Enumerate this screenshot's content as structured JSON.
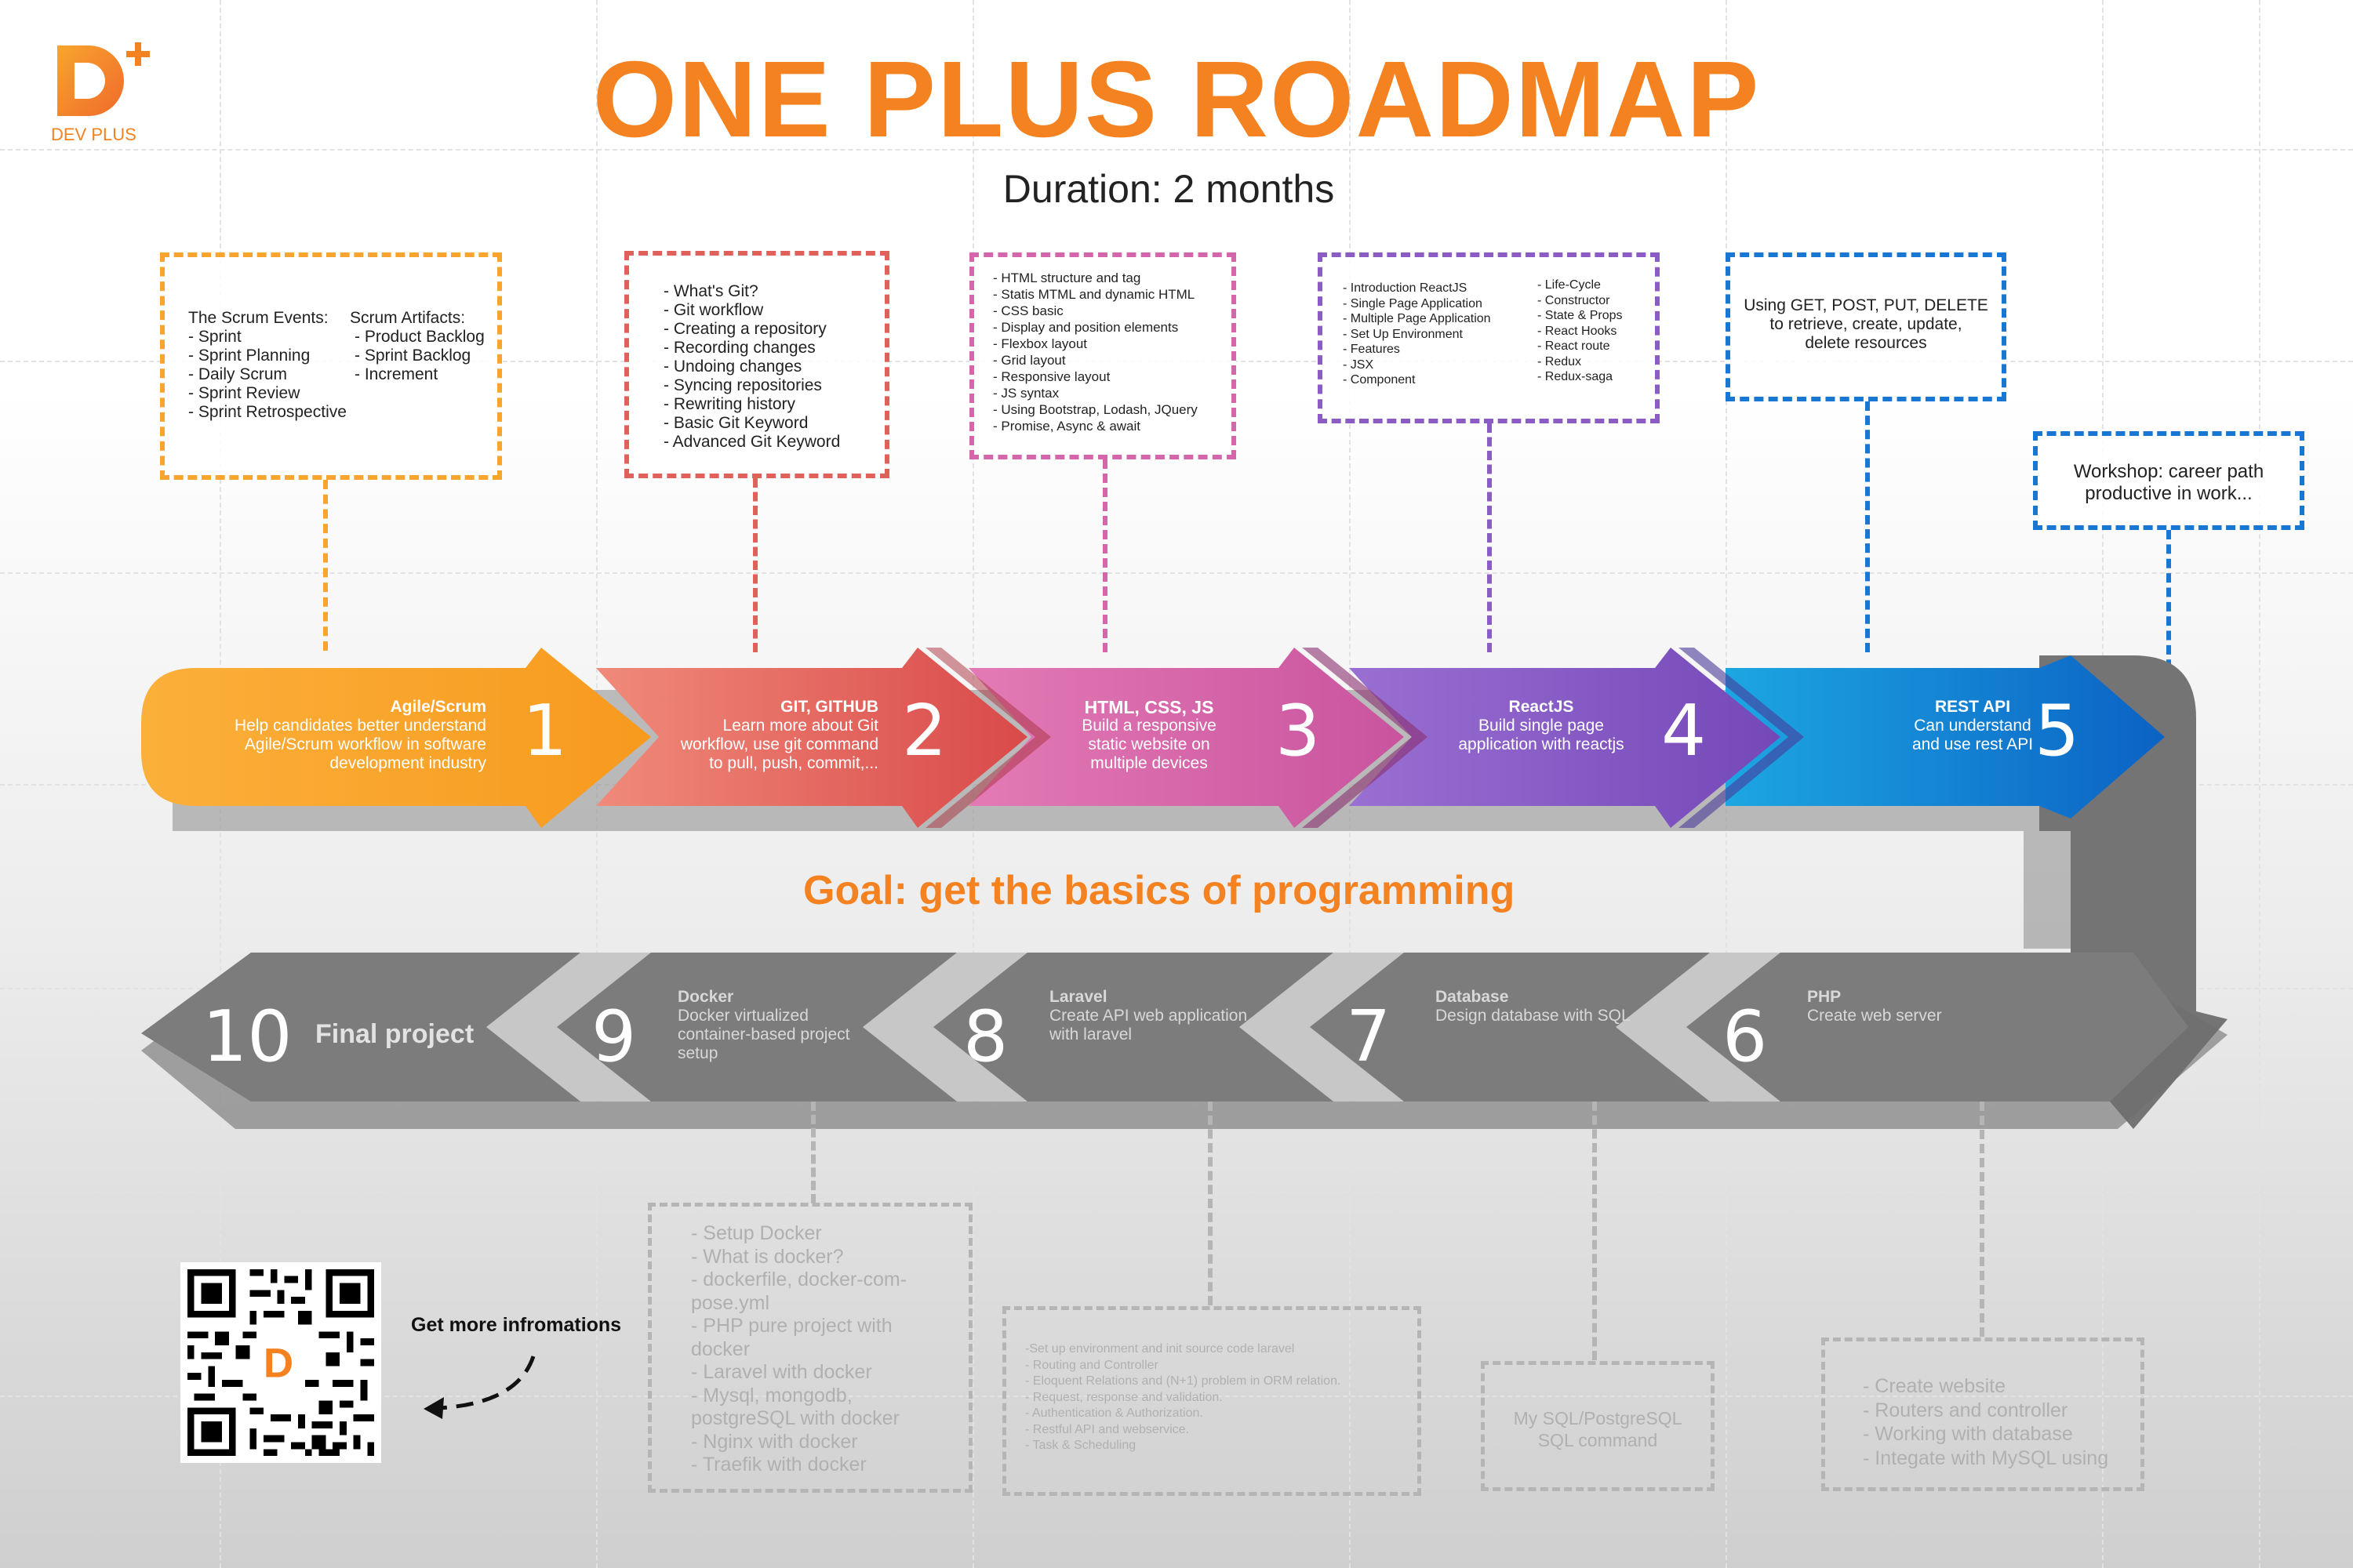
{
  "logo": {
    "mark": "D",
    "name": "DEV PLUS"
  },
  "title": "ONE PLUS ROADMAP",
  "duration": "Duration: 2 months",
  "goal": "Goal: get the basics of programming",
  "colors": {
    "orange": "#f7a52e",
    "title_orange": "#f58220",
    "red": "#e0615c",
    "pink": "#d466ab",
    "purple": "#8a5cc4",
    "blue": "#1877d2",
    "gray": "#7e7e7e"
  },
  "top_steps": [
    {
      "num": "1",
      "title": "Agile/Scrum",
      "desc": [
        "Help candidates better understand",
        "Agile/Scrum workflow in software",
        "development industry"
      ]
    },
    {
      "num": "2",
      "title": "GIT, GITHUB",
      "desc": [
        "Learn more about Git",
        "workflow, use git command",
        "to pull, push, commit,..."
      ]
    },
    {
      "num": "3",
      "title": "HTML, CSS, JS",
      "desc": [
        "Build a responsive",
        "static website on",
        "multiple devices"
      ]
    },
    {
      "num": "4",
      "title": "ReactJS",
      "desc": [
        "Build single page",
        "application with reactjs"
      ]
    },
    {
      "num": "5",
      "title": "REST API",
      "desc": [
        "Can understand",
        "and use rest API"
      ]
    }
  ],
  "bottom_steps": [
    {
      "num": "6",
      "title": "PHP",
      "desc": [
        "Create web server"
      ]
    },
    {
      "num": "7",
      "title": "Database",
      "desc": [
        "Design database with SQL"
      ]
    },
    {
      "num": "8",
      "title": "Laravel",
      "desc": [
        "Create API web application",
        "with laravel"
      ]
    },
    {
      "num": "9",
      "title": "Docker",
      "desc": [
        "Docker virtualized",
        "container-based project",
        "setup"
      ]
    },
    {
      "num": "10",
      "title": "Final project"
    }
  ],
  "boxes": {
    "scrum": {
      "events_heading": "The Scrum Events:",
      "events": [
        "- Sprint",
        "- Sprint Planning",
        "- Daily Scrum",
        "- Sprint Review",
        "- Sprint Retrospective"
      ],
      "artifacts_heading": "Scrum Artifacts:",
      "artifacts": [
        "- Product Backlog",
        "- Sprint Backlog",
        "- Increment"
      ]
    },
    "git": [
      "- What's Git?",
      "- Git workflow",
      "- Creating a repository",
      "- Recording changes",
      "- Undoing changes",
      "- Syncing repositories",
      "- Rewriting history",
      "- Basic Git Keyword",
      "- Advanced Git Keyword"
    ],
    "html": [
      "- HTML structure and tag",
      "- Statis MTML and dynamic HTML",
      "- CSS basic",
      "- Display and position elements",
      "- Flexbox layout",
      "- Grid layout",
      "- Responsive layout",
      "- JS syntax",
      "- Using Bootstrap, Lodash, JQuery",
      "- Promise, Async & await"
    ],
    "react_left": [
      "- Introduction ReactJS",
      "- Single Page Application",
      "- Multiple Page Application",
      "- Set Up Environment",
      "- Features",
      "- JSX",
      "- Component"
    ],
    "react_right": [
      "- Life-Cycle",
      "- Constructor",
      "- State & Props",
      "- React Hooks",
      "- React route",
      "- Redux",
      "- Redux-saga"
    ],
    "rest": [
      "Using GET, POST, PUT, DELETE",
      "to retrieve, create, update,",
      "delete resources"
    ],
    "workshop": [
      "Workshop:   career path",
      "productive in work..."
    ],
    "docker": [
      "- Setup Docker",
      "- What is docker?",
      "- dockerfile, docker-com-",
      "pose.yml",
      "- PHP pure project with",
      "docker",
      "- Laravel with docker",
      "- Mysql, mongodb,",
      "postgreSQL with docker",
      "- Nginx with docker",
      "- Traefik with docker"
    ],
    "laravel": [
      "-Set up environment and init source code laravel",
      "- Routing and Controller",
      "- Eloquent Relations and (N+1) problem in ORM relation.",
      "- Request, response and validation.",
      "- Authentication & Authorization.",
      "- Restful API and webservice.",
      "- Task & Scheduling"
    ],
    "database": [
      "My SQL/PostgreSQL",
      "SQL command"
    ],
    "php": [
      "- Create website",
      "- Routers and controller",
      "- Working with database",
      "- Integate with MySQL using"
    ]
  },
  "qr": {
    "caption": "Get more infromations"
  }
}
